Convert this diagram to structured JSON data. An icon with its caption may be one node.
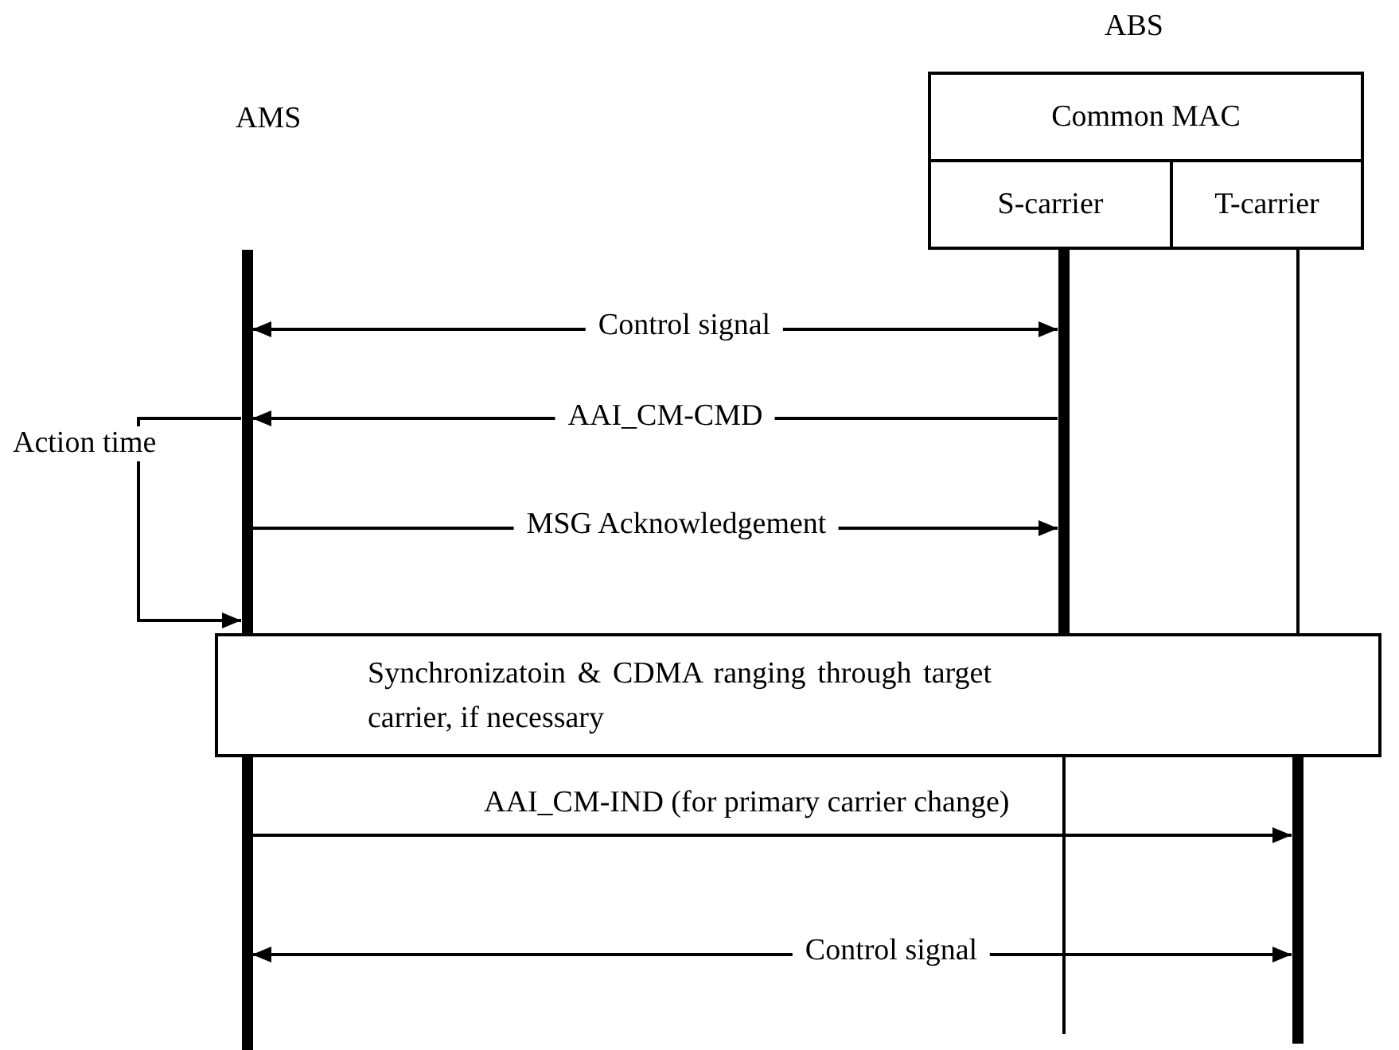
{
  "diagram": {
    "nodes": [
      {
        "text": [
          "AMS"
        ]
      },
      {
        "text": [
          "ABS"
        ]
      },
      {
        "text": [
          "Common MAC"
        ]
      },
      {
        "text": [
          "S-carrier"
        ]
      },
      {
        "text": [
          "T-carrier"
        ]
      },
      {
        "text": [],
        "shape": "bar"
      },
      {
        "text": [],
        "shape": "bar"
      },
      {
        "text": [],
        "shape": "bar"
      },
      {
        "text": [
          "Synchronizatoin & CDMA ranging through target carrier, if necessary"
        ]
      }
    ],
    "edges": [
      {
        "from": 5,
        "to": 6,
        "arrow": "both",
        "label": "Control signal"
      },
      {
        "from": 6,
        "to": 5,
        "arrow": "to",
        "label": "AAI_CM-CMD"
      },
      {
        "from": 5,
        "to": 6,
        "arrow": "to",
        "label": "MSG Acknowledgement"
      },
      {
        "from": 5,
        "to": 5,
        "arrow": "to",
        "label": "Action time"
      },
      {
        "from": 5,
        "to": 7,
        "arrow": "to",
        "label": "AAI_CM-IND (for primary carrier change)"
      },
      {
        "from": 5,
        "to": 7,
        "arrow": "both",
        "label": "Control signal"
      }
    ]
  }
}
